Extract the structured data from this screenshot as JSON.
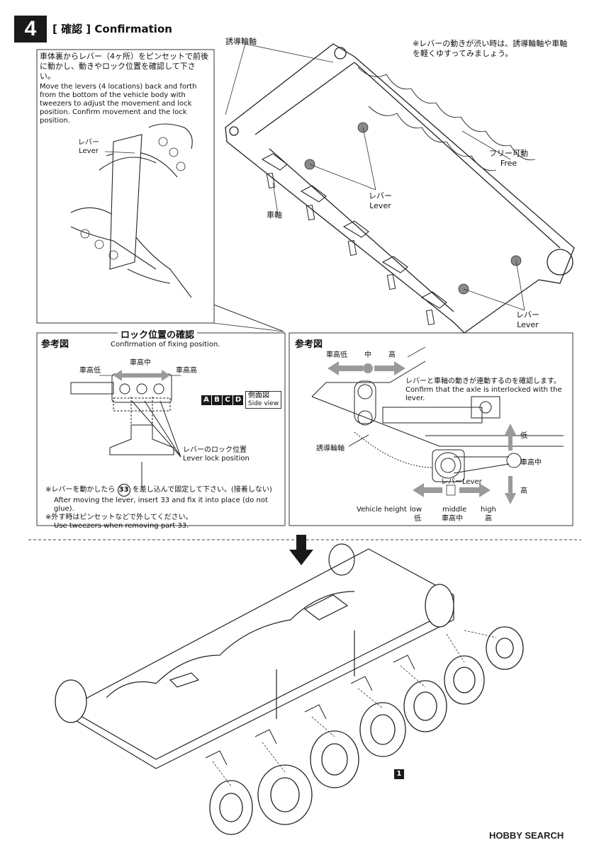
{
  "step": {
    "number": "4",
    "title": "[ 確認 ] Confirmation"
  },
  "top_note": {
    "jp": "※レバーの動きが渋い時は、誘導輪軸や車軸を軽くゆすってみましょう。"
  },
  "labels": {
    "idler_axle": "誘導輪軸",
    "lever_jp": "レバー",
    "lever_en": "Lever",
    "axle": "車軸",
    "free_jp": "フリー可動",
    "free_en": "Free"
  },
  "inset": {
    "jp": "車体裏からレバー（4ヶ所）をピンセットで前後に動かし、動きやロック位置を確認して下さい。",
    "en": "Move the levers (4 locations) back and forth from the bottom of the vehicle body with tweezers to adjust the movement and lock position. Confirm movement and the lock position."
  },
  "ref_left": {
    "header": "参考図",
    "title_jp": "ロック位置の確認",
    "title_en": "Confirmation of fixing position.",
    "low": "車高低",
    "mid": "車高中",
    "high": "車高高",
    "side_view_letters": [
      "A",
      "B",
      "C",
      "D"
    ],
    "side_view_jp": "側面図",
    "side_view_en": "Side view",
    "lock_jp": "レバーのロック位置",
    "lock_en": "Lever lock position",
    "part_number": "33",
    "note1_pre": "※レバーを動かしたら",
    "note1_post": "を差し込んで固定して下さい。(接着しない)",
    "note1_en": "After moving the lever, insert 33 and fix it into place (do not glue).",
    "note2_jp": "※外す時はピンセットなどで外してください。",
    "note2_en": "Use tweezers when removing part 33."
  },
  "ref_right": {
    "header": "参考図",
    "low": "車高低",
    "mid": "中",
    "high": "高",
    "confirm_jp": "レバーと車軸の動きが連動するのを確認します。",
    "confirm_en": "Confirm that the axle is interlocked with the lever.",
    "idler": "誘導輪軸",
    "low_v": "低",
    "mid_v": "車高中",
    "high_v": "高",
    "lever_label": "レバーLever",
    "vh_en": "Vehicle height",
    "vh_low": "low",
    "vh_mid": "middle",
    "vh_high": "high",
    "vh_low_jp": "低",
    "vh_mid_jp": "車高中",
    "vh_high_jp": "高"
  },
  "bottom": {
    "part_badge": "1"
  },
  "watermark": "HOBBY SEARCH",
  "colors": {
    "ink": "#1a1a1a",
    "arrow_gray": "#9a9a9a",
    "line": "#333333"
  }
}
